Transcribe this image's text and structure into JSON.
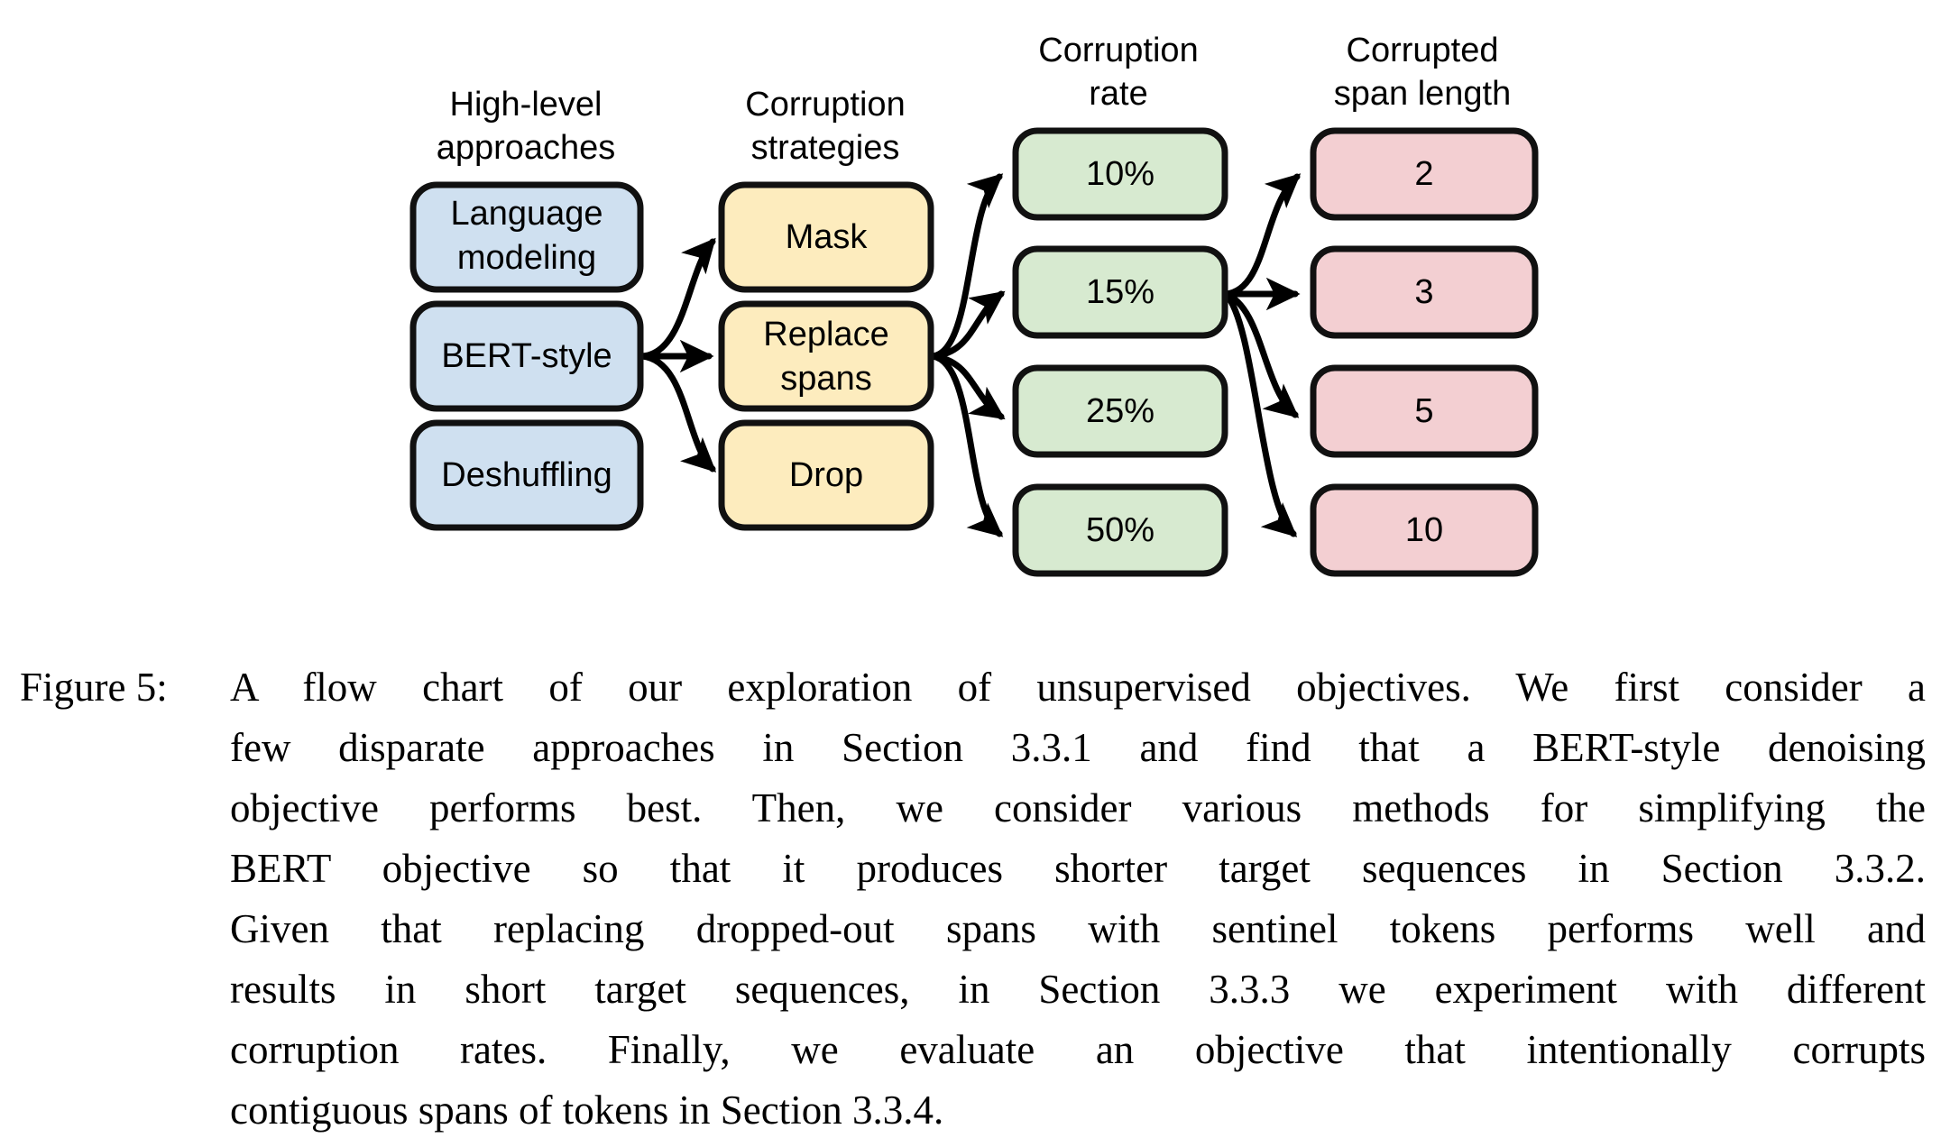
{
  "figure": {
    "type": "flow-chart",
    "columns": [
      {
        "id": "high-level-approaches",
        "header_line1": "High-level",
        "header_line2": "approaches",
        "color": "#cfe0f0",
        "nodes": [
          {
            "id": "language-modeling",
            "line1": "Language",
            "line2": "modeling"
          },
          {
            "id": "bert-style",
            "line1": "BERT-style",
            "line2": ""
          },
          {
            "id": "deshuffling",
            "line1": "Deshuffling",
            "line2": ""
          }
        ]
      },
      {
        "id": "corruption-strategies",
        "header_line1": "Corruption",
        "header_line2": "strategies",
        "color": "#fdecbe",
        "nodes": [
          {
            "id": "mask",
            "line1": "Mask",
            "line2": ""
          },
          {
            "id": "replace-spans",
            "line1": "Replace",
            "line2": "spans"
          },
          {
            "id": "drop",
            "line1": "Drop",
            "line2": ""
          }
        ]
      },
      {
        "id": "corruption-rate",
        "header_line1": "Corruption",
        "header_line2": "rate",
        "color": "#d7ead0",
        "nodes": [
          {
            "id": "rate-10",
            "line1": "10%",
            "line2": ""
          },
          {
            "id": "rate-15",
            "line1": "15%",
            "line2": ""
          },
          {
            "id": "rate-25",
            "line1": "25%",
            "line2": ""
          },
          {
            "id": "rate-50",
            "line1": "50%",
            "line2": ""
          }
        ]
      },
      {
        "id": "corrupted-span-length",
        "header_line1": "Corrupted",
        "header_line2": "span length",
        "color": "#f3cfd2",
        "nodes": [
          {
            "id": "span-2",
            "line1": "2",
            "line2": ""
          },
          {
            "id": "span-3",
            "line1": "3",
            "line2": ""
          },
          {
            "id": "span-5",
            "line1": "5",
            "line2": ""
          },
          {
            "id": "span-10",
            "line1": "10",
            "line2": ""
          }
        ]
      }
    ],
    "edges": [
      {
        "from": "bert-style",
        "to": "mask"
      },
      {
        "from": "bert-style",
        "to": "replace-spans"
      },
      {
        "from": "bert-style",
        "to": "drop"
      },
      {
        "from": "replace-spans",
        "to": "rate-10"
      },
      {
        "from": "replace-spans",
        "to": "rate-15"
      },
      {
        "from": "replace-spans",
        "to": "rate-25"
      },
      {
        "from": "replace-spans",
        "to": "rate-50"
      },
      {
        "from": "rate-15",
        "to": "span-2"
      },
      {
        "from": "rate-15",
        "to": "span-3"
      },
      {
        "from": "rate-15",
        "to": "span-5"
      },
      {
        "from": "rate-15",
        "to": "span-10"
      }
    ]
  },
  "caption": {
    "label": "Figure 5:",
    "line1": "A flow chart of our exploration of unsupervised objectives.  We first consider a",
    "line2": "few disparate approaches in Section 3.3.1 and find that a BERT-style denoising",
    "line3": "objective performs best.  Then, we consider various methods for simplifying the",
    "line4": "BERT objective so that it produces shorter target sequences in Section 3.3.2.",
    "line5": "Given that replacing dropped-out spans with sentinel tokens performs well and",
    "line6": "results in short target sequences, in Section 3.3.3 we experiment with different",
    "line7": "corruption rates.  Finally, we evaluate an objective that intentionally corrupts",
    "line8": "contiguous spans of tokens in Section 3.3.4."
  }
}
